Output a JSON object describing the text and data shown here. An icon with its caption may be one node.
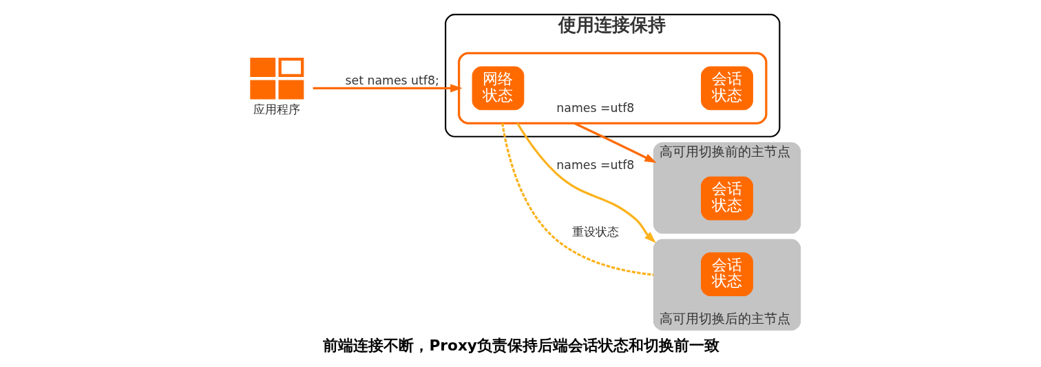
{
  "diagram": {
    "caption": "前端连接不断，Proxy负责保持后端会话状态和切换前一致",
    "nodes": [
      {
        "text": [
          "应用程序"
        ]
      },
      {
        "text": [
          "使用连接保持"
        ]
      },
      {
        "text": [],
        "shape": "box",
        "in": 1
      },
      {
        "text": [
          "网络状态"
        ],
        "in": 2
      },
      {
        "text": [
          "会话状态"
        ],
        "in": 2
      },
      {
        "text": [
          "高可用切换前的主节点"
        ]
      },
      {
        "text": [
          "会话状态"
        ],
        "in": 5
      },
      {
        "text": [
          "高可用切换后的主节点"
        ]
      },
      {
        "text": [
          "会话状态"
        ],
        "in": 7
      }
    ],
    "edges": [
      {
        "from": 0,
        "to": 2,
        "arrow": "to",
        "label": "set names utf8;"
      },
      {
        "from": 2,
        "to": 5,
        "arrow": "to",
        "label": "names =utf8"
      },
      {
        "from": 2,
        "to": 7,
        "arrow": "to",
        "label": "names =utf8",
        "color": "#fbb21c"
      },
      {
        "from": 2,
        "to": 7,
        "arrow": "none",
        "label": "重设状态",
        "style": "dashed",
        "color": "#fbb21c"
      }
    ]
  }
}
